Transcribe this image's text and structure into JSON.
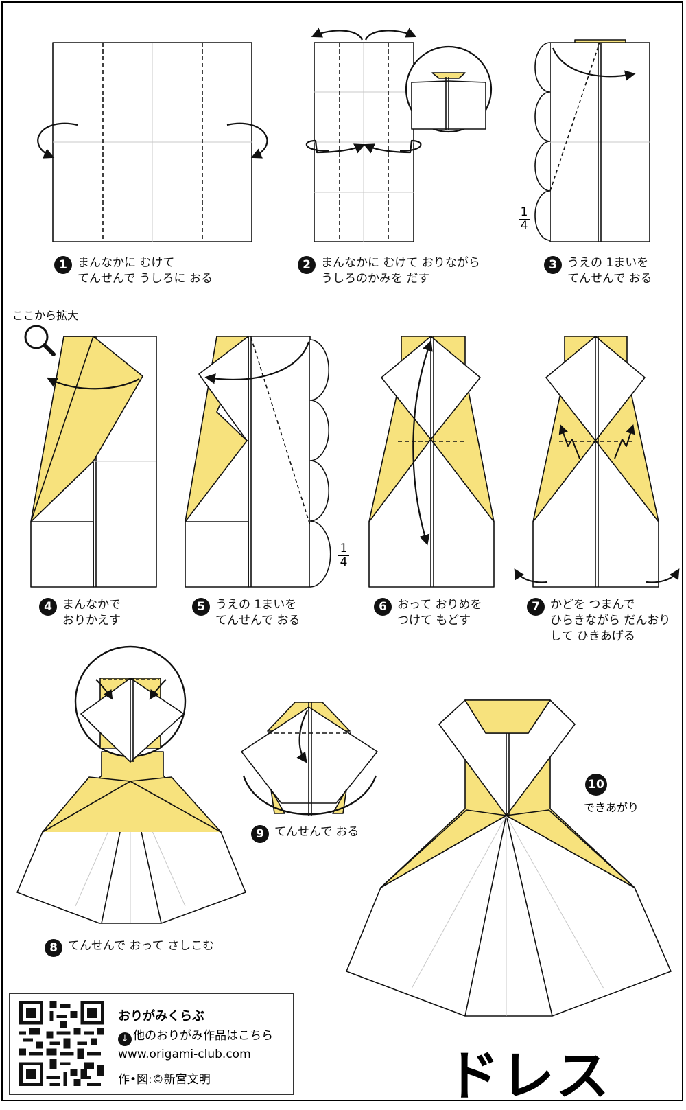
{
  "colors": {
    "paper_front": "#ffffff",
    "paper_back": "#f7e27d",
    "stroke": "#111111",
    "guide": "#c8c8c8"
  },
  "steps": [
    {
      "num": "1",
      "lines": [
        "まんなかに むけて",
        "てんせんで うしろに おる"
      ]
    },
    {
      "num": "2",
      "lines": [
        "まんなかに むけて おりながら",
        "うしろのかみを だす"
      ]
    },
    {
      "num": "3",
      "lines": [
        "うえの 1まいを",
        "てんせんで おる"
      ]
    },
    {
      "num": "4",
      "lines": [
        "まんなかで",
        "おりかえす"
      ]
    },
    {
      "num": "5",
      "lines": [
        "うえの 1まいを",
        "てんせんで おる"
      ]
    },
    {
      "num": "6",
      "lines": [
        "おって おりめを",
        "つけて もどす"
      ]
    },
    {
      "num": "7",
      "lines": [
        "かどを つまんで",
        "ひらきながら だんおり",
        "して ひきあげる"
      ]
    },
    {
      "num": "8",
      "lines": [
        "てんせんで おって さしこむ"
      ]
    },
    {
      "num": "9",
      "lines": [
        "てんせんで おる"
      ]
    }
  ],
  "zoom_label": "ここから拡大",
  "fraction": {
    "numerator": "1",
    "denominator": "4"
  },
  "finish": {
    "num": "10",
    "label": "できあがり"
  },
  "credit": {
    "club": "おりがみくらぶ",
    "other_icon": "↓",
    "other_label": "他のおりがみ作品はこちら",
    "url": "www.origami-club.com",
    "author": "作•図:©新宮文明"
  },
  "title": "ドレス",
  "icons": [
    "magnifier-icon",
    "qr-code-icon",
    "download-arrow-icon"
  ]
}
